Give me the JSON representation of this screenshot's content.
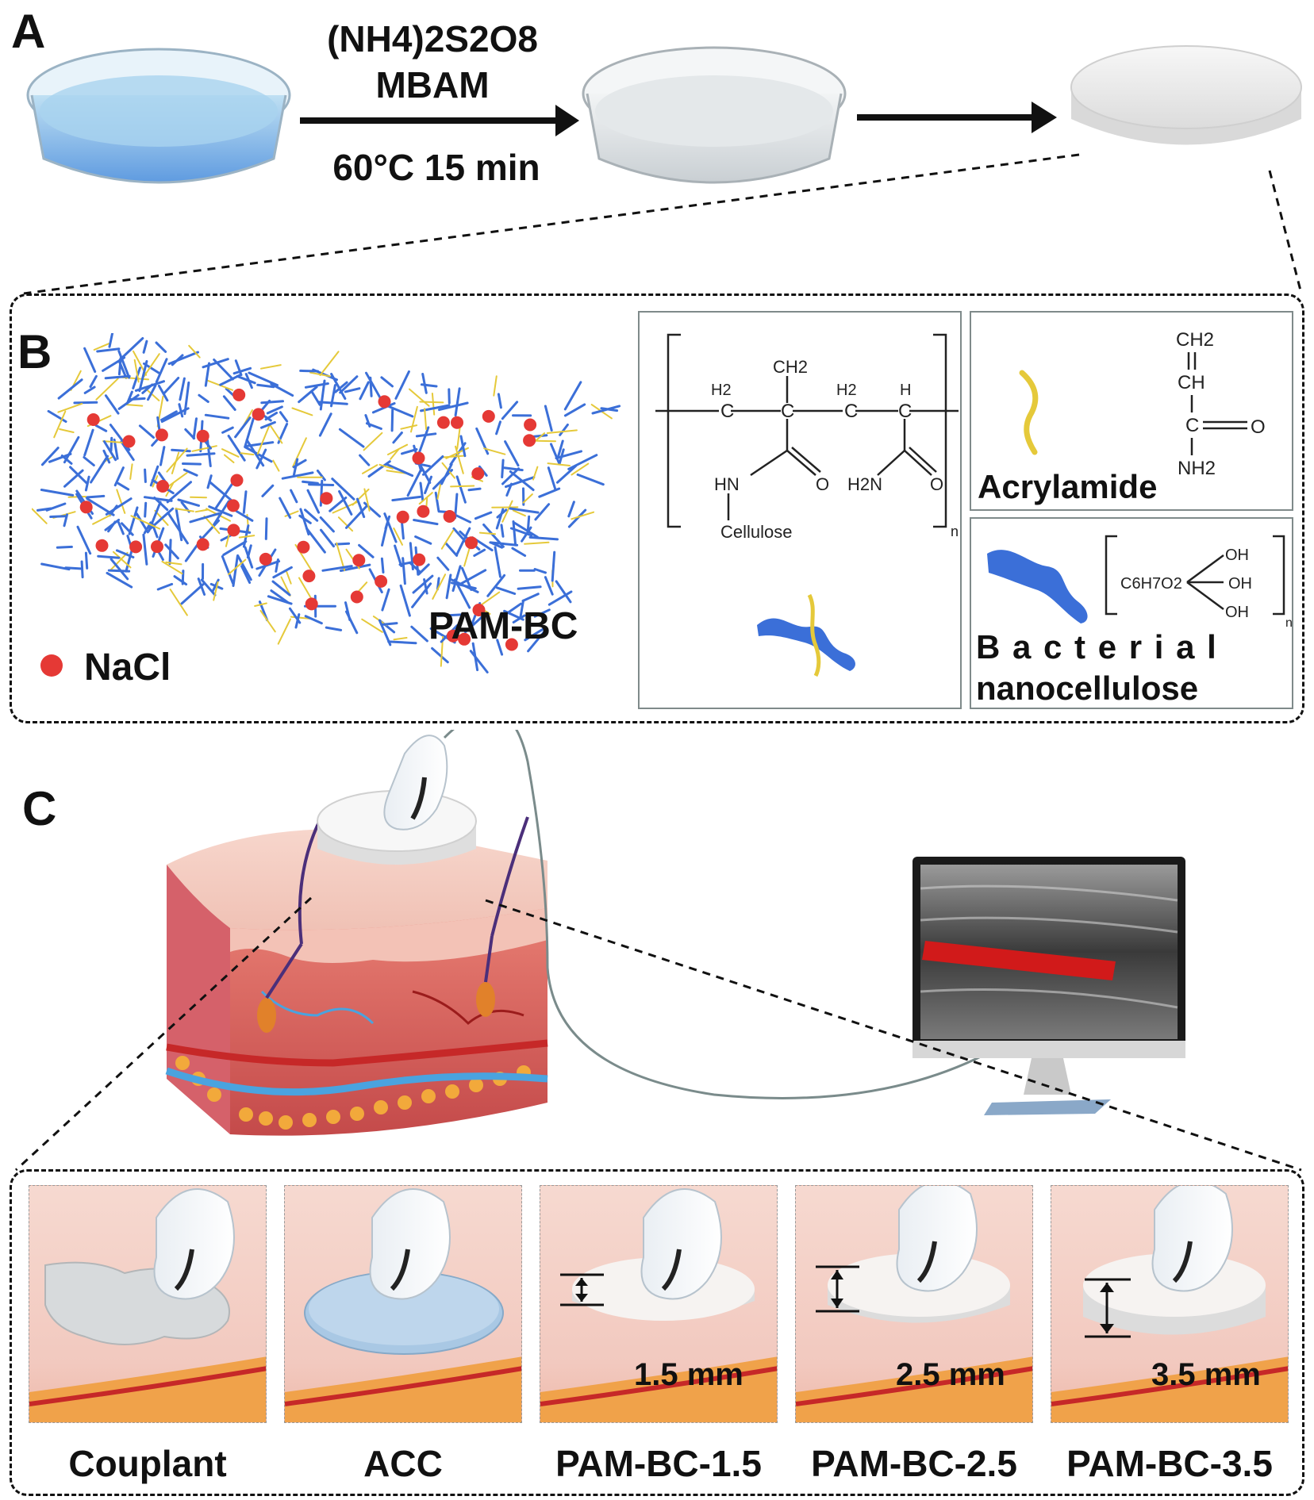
{
  "panels": {
    "a": "A",
    "b": "B",
    "c": "C"
  },
  "panel_a": {
    "reagent_line1": "(NH4)2S2O8",
    "reagent_line2": "MBAM",
    "condition": "60°C 15 min"
  },
  "panel_b": {
    "network_label": "PAM-BC",
    "legend_label": "NaCl",
    "monomer_label": "Acrylamide",
    "cellulose_label_line1": "B a c t e r i a l",
    "cellulose_label_line2": "nanocellulose",
    "structure_polymer": {
      "h2_left": "H2",
      "ch2_top": "CH2",
      "h2_mid": "H2",
      "h_right": "H",
      "c1": "C",
      "c2": "C",
      "c3": "C",
      "c4": "C",
      "hn": "HN",
      "o_left": "O",
      "h2n": "H2N",
      "o_right": "O",
      "cellulose": "Cellulose",
      "n": "n"
    },
    "structure_acrylamide": {
      "ch2": "CH2",
      "ch": "CH",
      "c": "C",
      "o": "O",
      "nh2": "NH2"
    },
    "structure_cellulose": {
      "formula": "C6H7O2",
      "oh1": "OH",
      "oh2": "OH",
      "oh3": "OH",
      "n": "n"
    }
  },
  "panel_c": {
    "tiles": [
      {
        "label": "Couplant",
        "thickness": ""
      },
      {
        "label": "ACC",
        "thickness": ""
      },
      {
        "label": "PAM-BC-1.5",
        "thickness": "1.5 mm"
      },
      {
        "label": "PAM-BC-2.5",
        "thickness": "2.5 mm"
      },
      {
        "label": "PAM-BC-3.5",
        "thickness": "3.5 mm"
      }
    ]
  },
  "colors": {
    "bc_fiber": "#3b6fd8",
    "pam_fiber": "#e5c93a",
    "nacl": "#e53935",
    "blood_flow": "#d11a1a",
    "skin": "#f2c6bb",
    "dermis": "#c9484a",
    "fat": "#f2a93b"
  }
}
